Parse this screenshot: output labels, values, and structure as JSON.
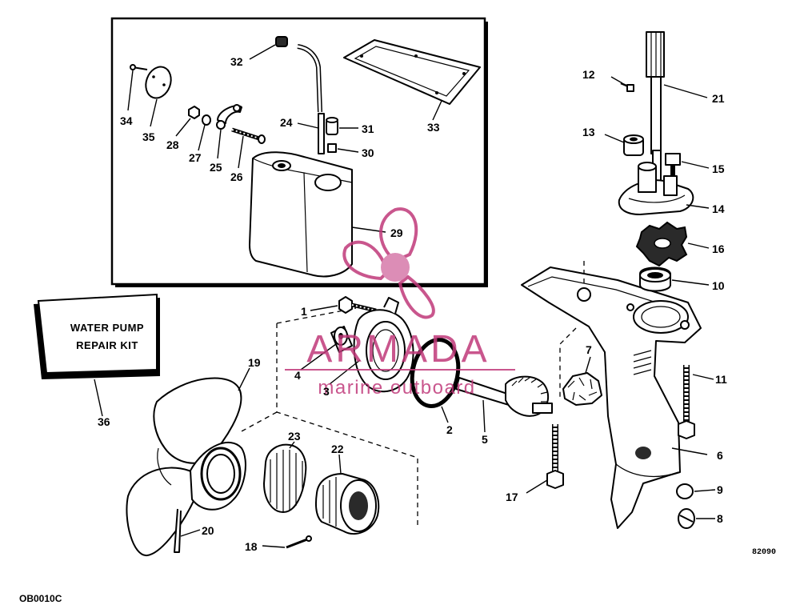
{
  "kit_box": {
    "line1": "WATER PUMP",
    "line2": "REPAIR KIT",
    "number": "36"
  },
  "watermark": {
    "brand": "ARMADA",
    "tagline": "marine outboard",
    "color": "#c0397a"
  },
  "drawing_code": "82090",
  "figure_code": "OB0010C",
  "callouts": [
    {
      "n": "1"
    },
    {
      "n": "2"
    },
    {
      "n": "3"
    },
    {
      "n": "4"
    },
    {
      "n": "5"
    },
    {
      "n": "6"
    },
    {
      "n": "7"
    },
    {
      "n": "8"
    },
    {
      "n": "9"
    },
    {
      "n": "10"
    },
    {
      "n": "11"
    },
    {
      "n": "12"
    },
    {
      "n": "13"
    },
    {
      "n": "14"
    },
    {
      "n": "15"
    },
    {
      "n": "16"
    },
    {
      "n": "17"
    },
    {
      "n": "18"
    },
    {
      "n": "19"
    },
    {
      "n": "20"
    },
    {
      "n": "21"
    },
    {
      "n": "22"
    },
    {
      "n": "23"
    },
    {
      "n": "24"
    },
    {
      "n": "25"
    },
    {
      "n": "26"
    },
    {
      "n": "27"
    },
    {
      "n": "28"
    },
    {
      "n": "29"
    },
    {
      "n": "30"
    },
    {
      "n": "31"
    },
    {
      "n": "32"
    },
    {
      "n": "33"
    },
    {
      "n": "34"
    },
    {
      "n": "35"
    }
  ]
}
